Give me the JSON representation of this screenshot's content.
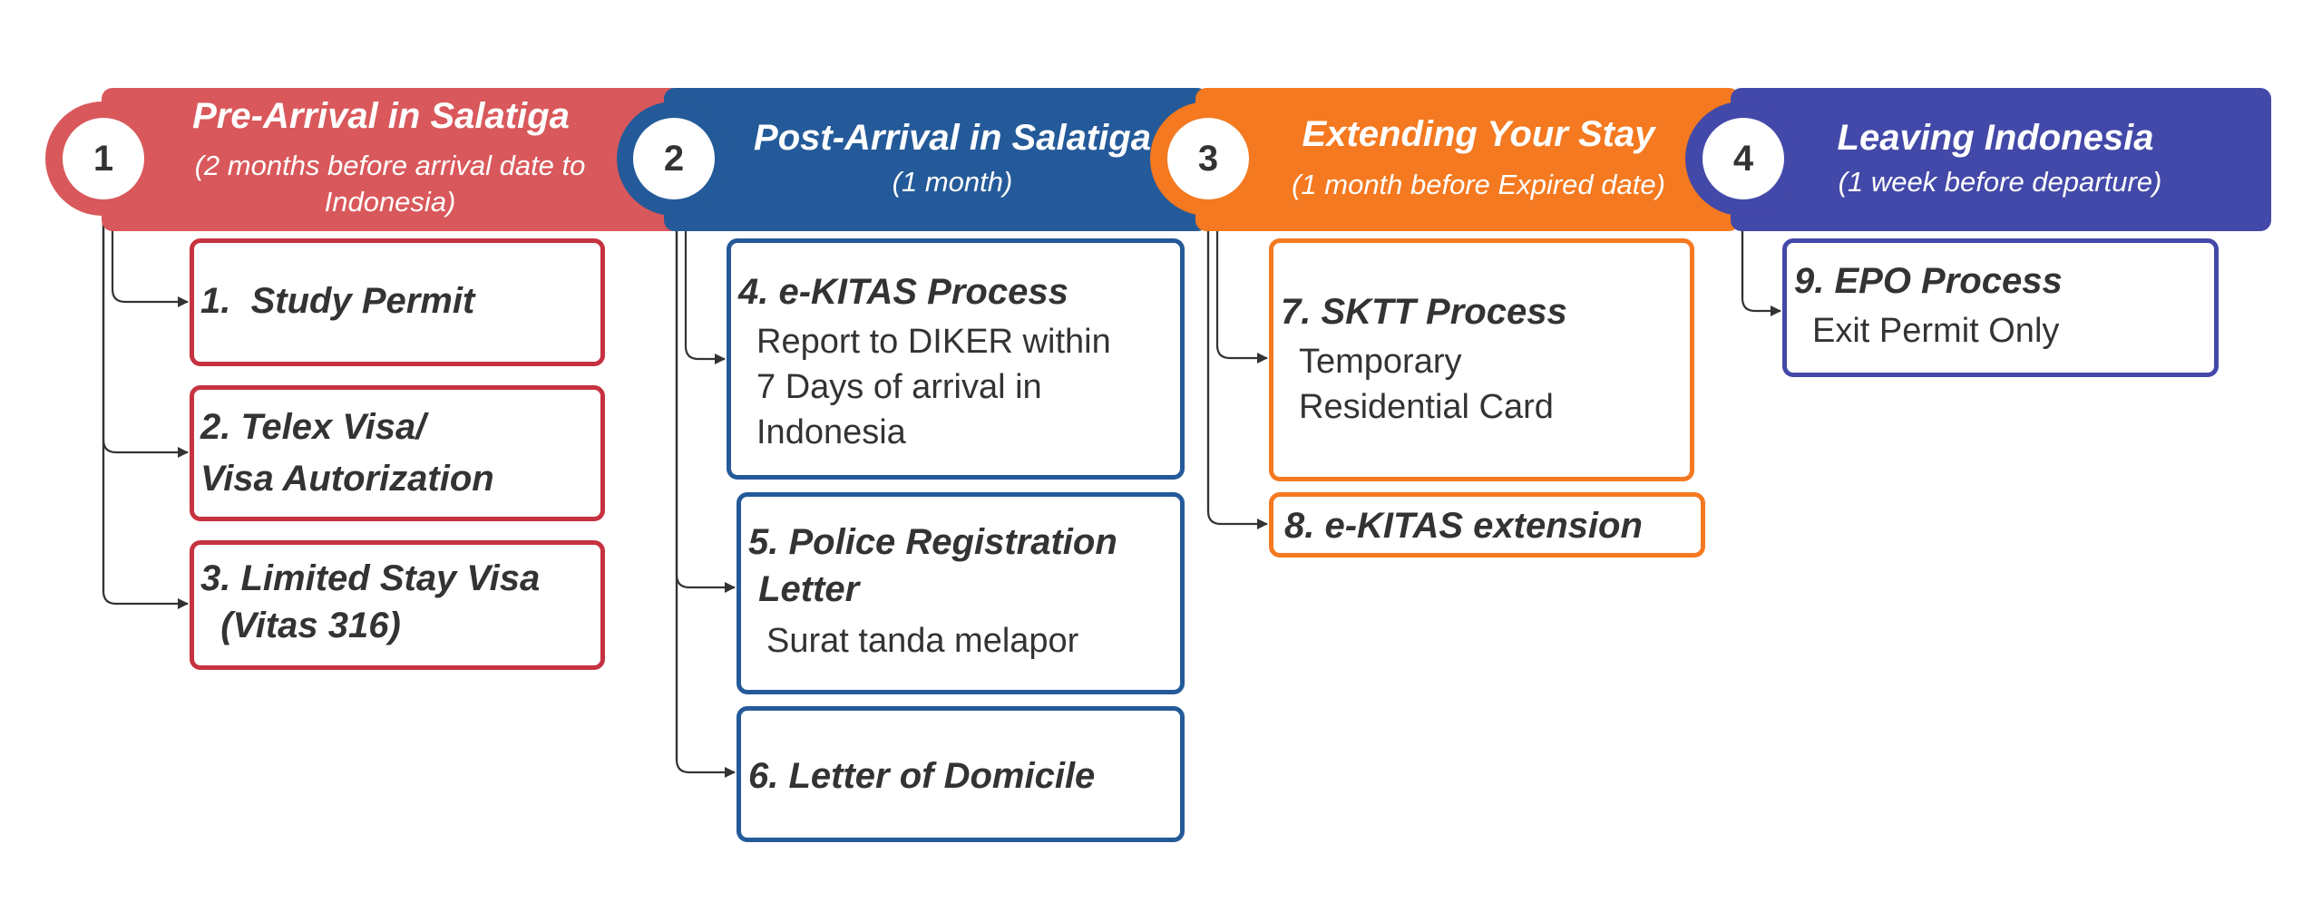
{
  "diagram_title": "Immigration process timeline for Salatiga",
  "colors": {
    "stage1": "#D9585B",
    "stage1_border": "#C6323F",
    "stage2": "#245A99",
    "stage3": "#F47920",
    "stage4": "#4349A8",
    "text": "#333333",
    "connector": "#333333"
  },
  "stages": [
    {
      "number": "1",
      "title": "Pre-Arrival in Salatiga",
      "subtitle_line1": "(2 months before arrival date to",
      "subtitle_line2": "Indonesia)",
      "steps": [
        {
          "title_line1": "1.  Study Permit",
          "title_line2": "",
          "description": ""
        },
        {
          "title_line1": "2. Telex Visa/",
          "title_line2": "Visa Autorization",
          "description": ""
        },
        {
          "title_line1": "3. Limited Stay Visa",
          "title_line2": "  (Vitas 316)",
          "description": ""
        }
      ]
    },
    {
      "number": "2",
      "title": "Post-Arrival in Salatiga",
      "subtitle_line1": "(1 month)",
      "subtitle_line2": "",
      "steps": [
        {
          "title_line1": "4. e-KITAS Process",
          "title_line2": "",
          "description": "Report to DIKER within\n7 Days of arrival in\nIndonesia"
        },
        {
          "title_line1": "5. Police Registration",
          "title_line2": " Letter",
          "description": "Surat tanda melapor"
        },
        {
          "title_line1": "6. Letter of Domicile",
          "title_line2": "",
          "description": ""
        }
      ]
    },
    {
      "number": "3",
      "title": "Extending Your Stay",
      "subtitle_line1": "(1 month before Expired date)",
      "subtitle_line2": "",
      "steps": [
        {
          "title_line1": "7. SKTT Process",
          "title_line2": "",
          "description": "Temporary\nResidential Card"
        },
        {
          "title_line1": "8. e-KITAS extension",
          "title_line2": "",
          "description": ""
        }
      ]
    },
    {
      "number": "4",
      "title": "Leaving Indonesia",
      "subtitle_line1": "(1 week before departure)",
      "subtitle_line2": "",
      "steps": [
        {
          "title_line1": "9. EPO Process",
          "title_line2": "",
          "description": "Exit Permit Only"
        }
      ]
    }
  ]
}
